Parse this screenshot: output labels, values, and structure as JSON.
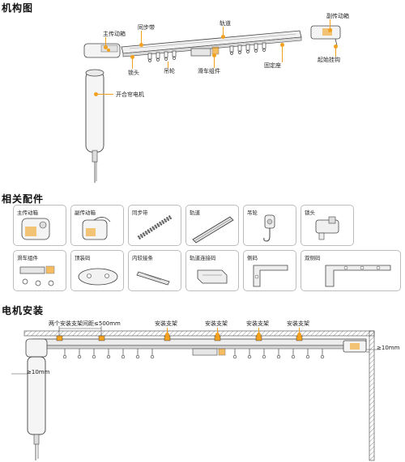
{
  "sections": {
    "structure": "机构图",
    "accessories": "相关配件",
    "installation": "电机安装"
  },
  "structure_labels": {
    "main_gearbox": "主传动箱",
    "sync_belt": "同步带",
    "track": "轨道",
    "secondary_gearbox": "副传动箱",
    "lock_head": "锁头",
    "pulley": "吊轮",
    "carriage": "滑车组件",
    "fixed_seat": "固定座",
    "start_hook": "起始挂钩",
    "motor": "开合帘电机"
  },
  "parts": [
    {
      "label": "主传动箱"
    },
    {
      "label": "副传动箱"
    },
    {
      "label": "同步带"
    },
    {
      "label": "轨道"
    },
    {
      "label": "吊轮"
    },
    {
      "label": "锁头"
    },
    {
      "label": "滑车组件"
    },
    {
      "label": "顶装码"
    },
    {
      "label": "内较接条"
    },
    {
      "label": "轨道连接码"
    },
    {
      "label": "侧码"
    },
    {
      "label": "双侧码"
    }
  ],
  "installation_labels": {
    "bracket_spacing": "两个安装支架间距≤500mm",
    "bracket": "安装支架",
    "clearance_right": "≥10mm",
    "clearance_left": "≥10mm"
  },
  "colors": {
    "accent": "#f2a11f",
    "line": "#555555",
    "track_fill": "#e9e9e9"
  }
}
